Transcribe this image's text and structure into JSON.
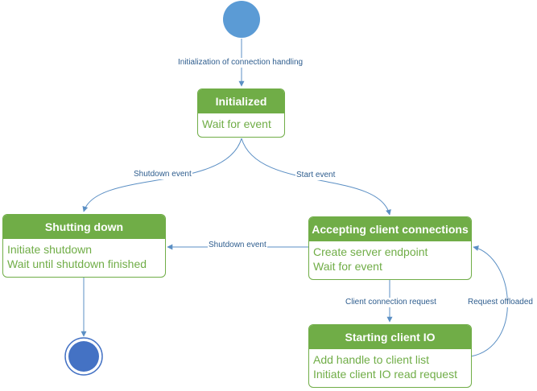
{
  "colors": {
    "state_fill": "#70ad47",
    "state_text": "#70ad47",
    "initial_node": "#5b9bd5",
    "final_node": "#4472c4",
    "edge": "#5b8fc4",
    "label_text": "#2e5d8e"
  },
  "states": {
    "initialized": {
      "title": "Initialized",
      "actions": [
        "Wait for event"
      ]
    },
    "shutting_down": {
      "title": "Shutting down",
      "actions": [
        "Initiate shutdown",
        "Wait until shutdown finished"
      ]
    },
    "accepting": {
      "title": "Accepting client connections",
      "actions": [
        "Create server endpoint",
        "Wait for event"
      ]
    },
    "starting_io": {
      "title": "Starting client IO",
      "actions": [
        "Add handle to client list",
        "Initiate client IO read request"
      ]
    }
  },
  "transitions": {
    "init": "Initialization of connection handling",
    "shutdown_from_initialized": "Shutdown event",
    "start": "Start event",
    "shutdown_from_accepting": "Shutdown event",
    "client_request": "Client connection request",
    "offloaded": "Request offloaded"
  }
}
